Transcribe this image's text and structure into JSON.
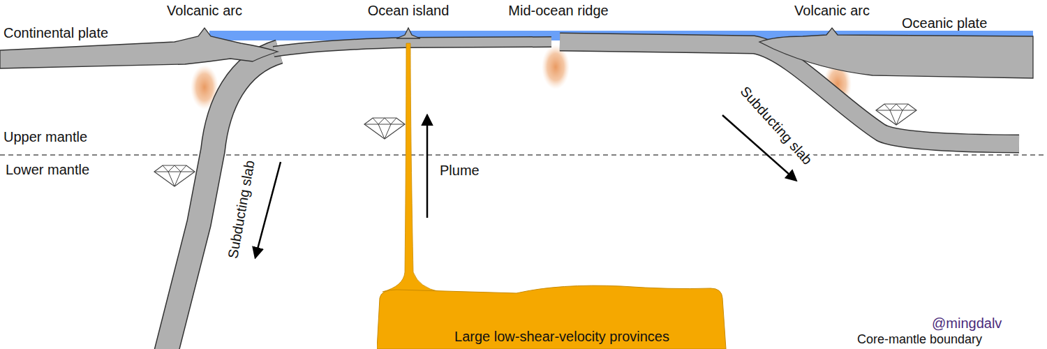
{
  "diagram": {
    "nodes": [
      {
        "text": [
          "Large low-shear-velocity provinces"
        ]
      }
    ],
    "labels": [
      "Volcanic arc",
      "Ocean island",
      "Mid-ocean ridge",
      "Volcanic arc",
      "Continental plate",
      "Oceanic plate",
      "Upper mantle",
      "Lower mantle",
      "Subducting slab",
      "Plume",
      "Subducting slab",
      "@mingdalv",
      "Core-mantle boundary"
    ]
  }
}
